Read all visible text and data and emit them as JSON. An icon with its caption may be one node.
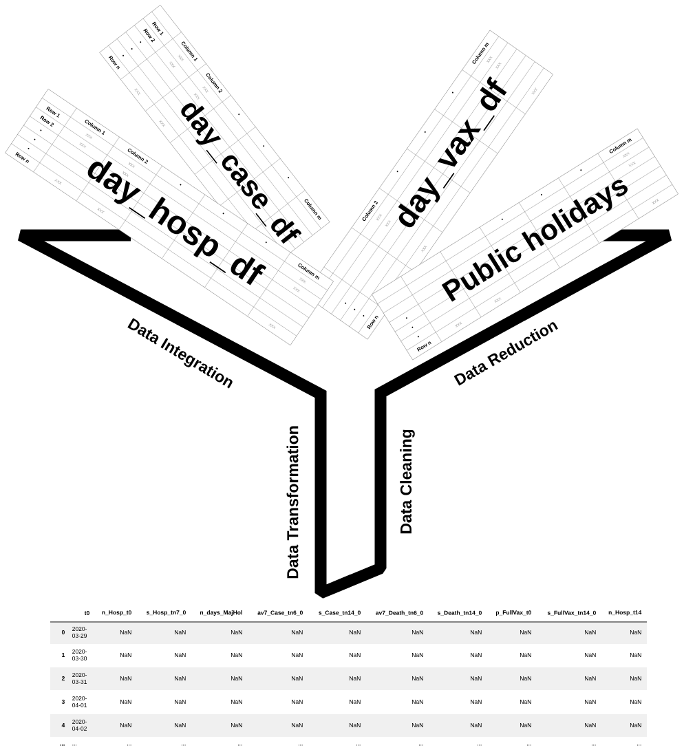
{
  "diagram": {
    "nodes": [
      {
        "text": [
          "day_case_df",
          "Row 1",
          "Row 2",
          "Row n",
          "Column 1",
          "Column 2",
          "Column m",
          "xxx",
          "xxx",
          "xxx",
          "xxx",
          "xxx",
          "xxx"
        ]
      },
      {
        "text": [
          "day_vax_df",
          "Row n",
          "Column 2",
          "Column m",
          "xxx",
          "xxx",
          "xxx",
          "xxx",
          "xxx",
          "xxx"
        ]
      },
      {
        "text": [
          "day_hosp_df",
          "Row 1",
          "Row 2",
          "Row n",
          "Column 1",
          "Column 2",
          "Column m",
          "xxx",
          "xxx",
          "xxx",
          "xxx",
          "xxx",
          "xxx",
          "xxx",
          "xxx",
          "xxx"
        ]
      },
      {
        "text": [
          "Public holidays",
          "Row n",
          "Column m",
          "xxx",
          "xxx",
          "xxx",
          "xxx",
          "xxx"
        ]
      }
    ],
    "labels": [
      "Data Integration",
      "Data Reduction",
      "Data Transformation",
      "Data Cleaning",
      "t0",
      "n_Hosp_t0",
      "s_Hosp_tn7_0",
      "n_days_MajHol",
      "av7_Case_tn6_0",
      "s_Case_tn14_0",
      "av7_Death_tn6_0",
      "s_Death_tn14_0",
      "p_FullVax_t0",
      "s_FullVax_tn14_0",
      "n_Hosp_t14",
      "0",
      "2020- 03-29",
      "NaN",
      "NaN",
      "NaN",
      "NaN",
      "NaN",
      "NaN",
      "NaN",
      "NaN",
      "NaN",
      "NaN",
      "1",
      "2020- 03-30",
      "NaN",
      "NaN",
      "NaN",
      "NaN",
      "NaN",
      "NaN",
      "NaN",
      "NaN",
      "NaN",
      "NaN",
      "2",
      "2020- 03-31",
      "NaN",
      "NaN",
      "NaN",
      "NaN",
      "NaN",
      "NaN",
      "NaN",
      "NaN",
      "NaN",
      "NaN",
      "3",
      "2020- 04-01",
      "NaN",
      "NaN",
      "NaN",
      "NaN",
      "NaN",
      "NaN",
      "NaN",
      "NaN",
      "NaN",
      "NaN",
      "4",
      "2020- 04-02",
      "NaN",
      "NaN",
      "NaN",
      "NaN",
      "NaN",
      "NaN",
      "NaN",
      "NaN",
      "NaN",
      "NaN",
      "...",
      "...",
      "...",
      "...",
      "...",
      "...",
      "...",
      "...",
      "...",
      "...",
      "...",
      "..."
    ]
  }
}
